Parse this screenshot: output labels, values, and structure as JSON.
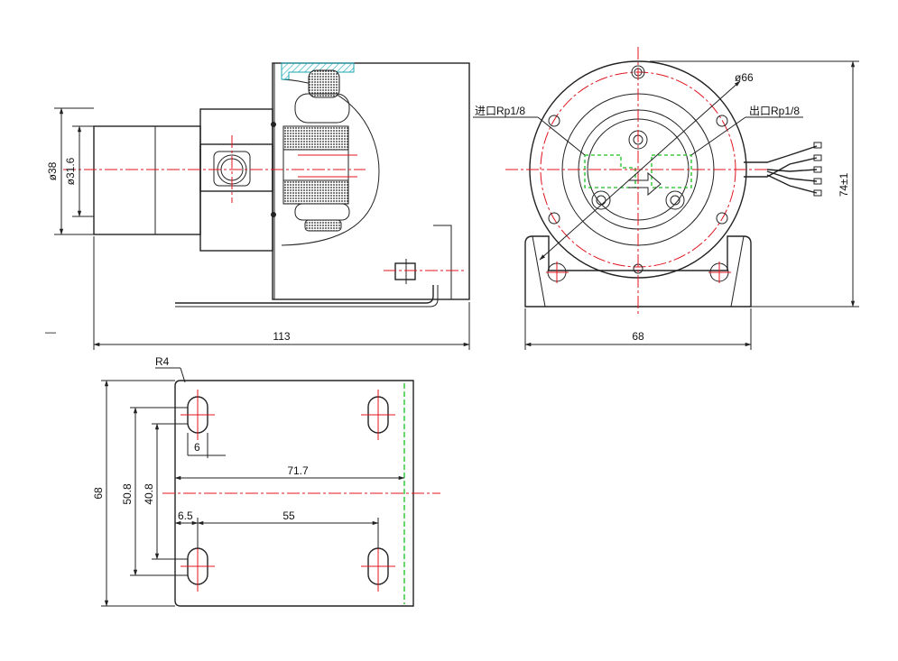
{
  "dimensions": {
    "side_outer_dia": "ø38",
    "side_inner_dia": "ø31.6",
    "overall_length": "113",
    "front_width": "68",
    "front_height": "74±1",
    "flange_dia": "ø66",
    "inlet_label": "进口Rp1/8",
    "outlet_label": "出口Rp1/8",
    "base_radius": "R4",
    "base_height": "68",
    "slot_span_outer": "50.8",
    "slot_span_inner": "40.8",
    "slot_width": "6",
    "base_offset_x": "71.7",
    "edge_offset": "6.5",
    "hole_spacing": "55"
  },
  "colors": {
    "line": "#222222",
    "centerline": "#e0141e",
    "hidden": "#19c11e",
    "hatch": "#1aa6b7"
  },
  "stray_mark": "—"
}
